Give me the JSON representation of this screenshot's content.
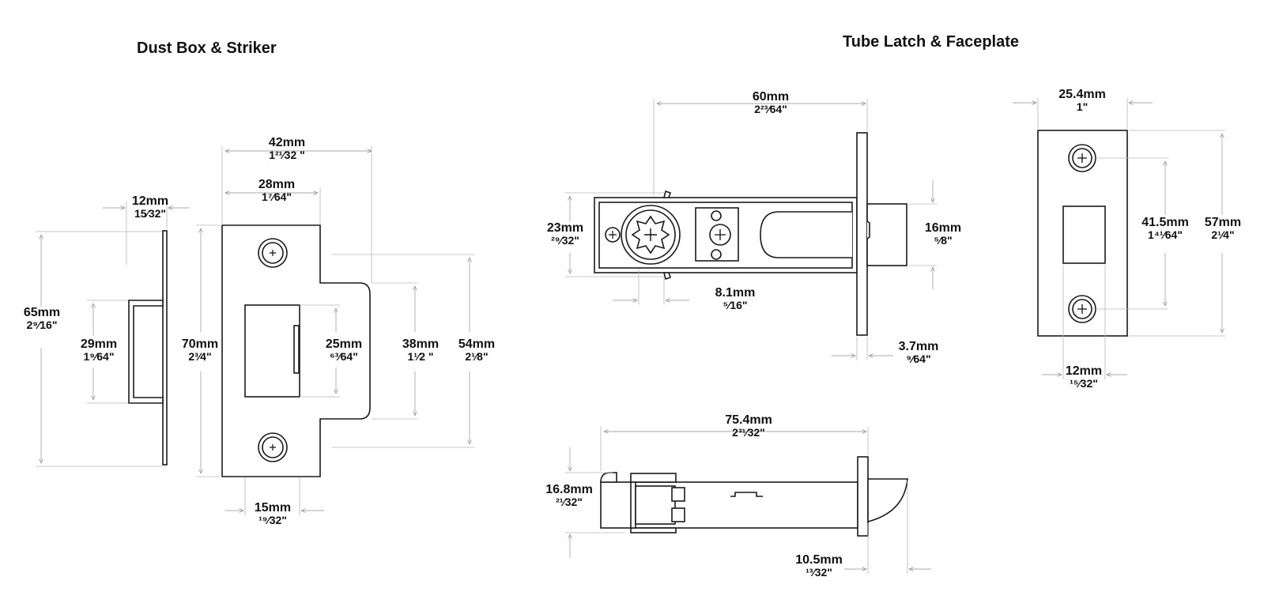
{
  "titles": {
    "dust_box_striker": "Dust Box & Striker",
    "tube_latch_faceplate": "Tube Latch & Faceplate"
  },
  "dimensions": {
    "dust_box_width": {
      "mm": "12mm",
      "in": "15⁄32\""
    },
    "dust_box_height": {
      "mm": "65mm",
      "in": "2⁹⁄16\""
    },
    "dust_box_box": {
      "mm": "29mm",
      "in": "1⁹⁄64\""
    },
    "striker_width": {
      "mm": "42mm",
      "in": "1²¹⁄32 \""
    },
    "striker_inner": {
      "mm": "28mm",
      "in": "1⁷⁄64\""
    },
    "striker_height": {
      "mm": "70mm",
      "in": "2³⁄4\""
    },
    "striker_slot": {
      "mm": "25mm",
      "in": "⁶³⁄64\""
    },
    "striker_lip": {
      "mm": "38mm",
      "in": "1¹⁄2 \""
    },
    "striker_lip_outer": {
      "mm": "54mm",
      "in": "2¹⁄8\""
    },
    "striker_bottom": {
      "mm": "15mm",
      "in": "¹⁹⁄32\""
    },
    "latch_backset": {
      "mm": "60mm",
      "in": "2²³⁄64\""
    },
    "latch_height": {
      "mm": "23mm",
      "in": "²⁹⁄32\""
    },
    "latch_spindle": {
      "mm": "8.1mm",
      "in": "⁵⁄16\""
    },
    "latch_bolt": {
      "mm": "16mm",
      "in": "⁵⁄8\""
    },
    "latch_face_thick": {
      "mm": "3.7mm",
      "in": "⁹⁄64\""
    },
    "latch_length": {
      "mm": "75.4mm",
      "in": "2³¹⁄32\""
    },
    "latch_side_h": {
      "mm": "16.8mm",
      "in": "²¹⁄32\""
    },
    "latch_throw": {
      "mm": "10.5mm",
      "in": "¹³⁄32\""
    },
    "face_width": {
      "mm": "25.4mm",
      "in": "1\""
    },
    "face_screws": {
      "mm": "41.5mm",
      "in": "1⁴¹⁄64\""
    },
    "face_height": {
      "mm": "57mm",
      "in": "2¹⁄4\""
    },
    "face_bottom": {
      "mm": "12mm",
      "in": "¹⁵⁄32\""
    }
  }
}
